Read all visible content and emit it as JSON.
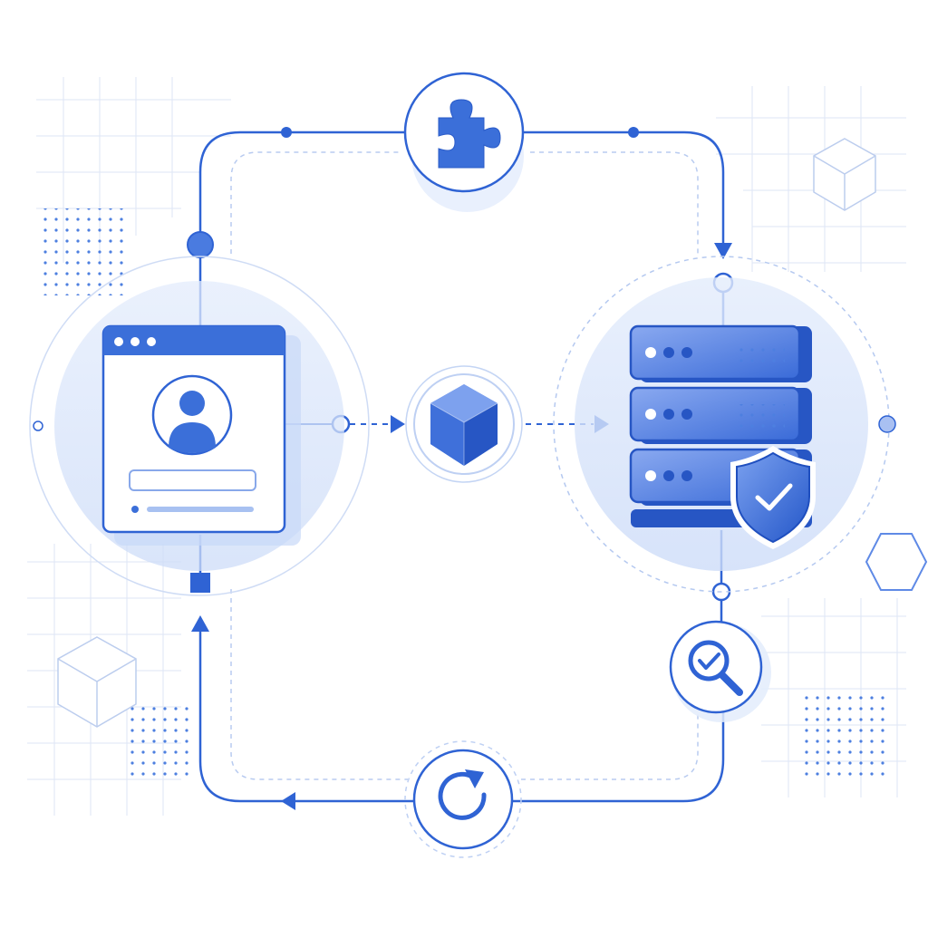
{
  "diagram": {
    "type": "flow-cycle",
    "colors": {
      "primary": "#2f63d4",
      "primary_dark": "#1f4fbf",
      "light": "#dce7fb",
      "lighter": "#eef3fd",
      "grid": "#dbe5f6",
      "white": "#ffffff"
    },
    "nodes": [
      {
        "id": "client-window",
        "icon": "user-profile-window-icon"
      },
      {
        "id": "api-block",
        "icon": "cube-icon"
      },
      {
        "id": "plugin",
        "icon": "puzzle-piece-icon"
      },
      {
        "id": "server",
        "icon": "server-stack-icon"
      },
      {
        "id": "security",
        "icon": "shield-check-icon"
      },
      {
        "id": "inspection",
        "icon": "search-check-icon"
      },
      {
        "id": "refresh",
        "icon": "refresh-icon"
      }
    ],
    "edges": [
      {
        "from": "client-window",
        "to": "plugin",
        "style": "solid"
      },
      {
        "from": "plugin",
        "to": "server",
        "style": "solid",
        "arrow": "down"
      },
      {
        "from": "client-window",
        "to": "api-block",
        "style": "dashed",
        "arrow": "right"
      },
      {
        "from": "api-block",
        "to": "server",
        "style": "dashed",
        "arrow": "right"
      },
      {
        "from": "server",
        "to": "inspection",
        "style": "solid"
      },
      {
        "from": "inspection",
        "to": "refresh",
        "style": "solid"
      },
      {
        "from": "refresh",
        "to": "client-window",
        "style": "solid",
        "arrow": "up"
      }
    ]
  }
}
